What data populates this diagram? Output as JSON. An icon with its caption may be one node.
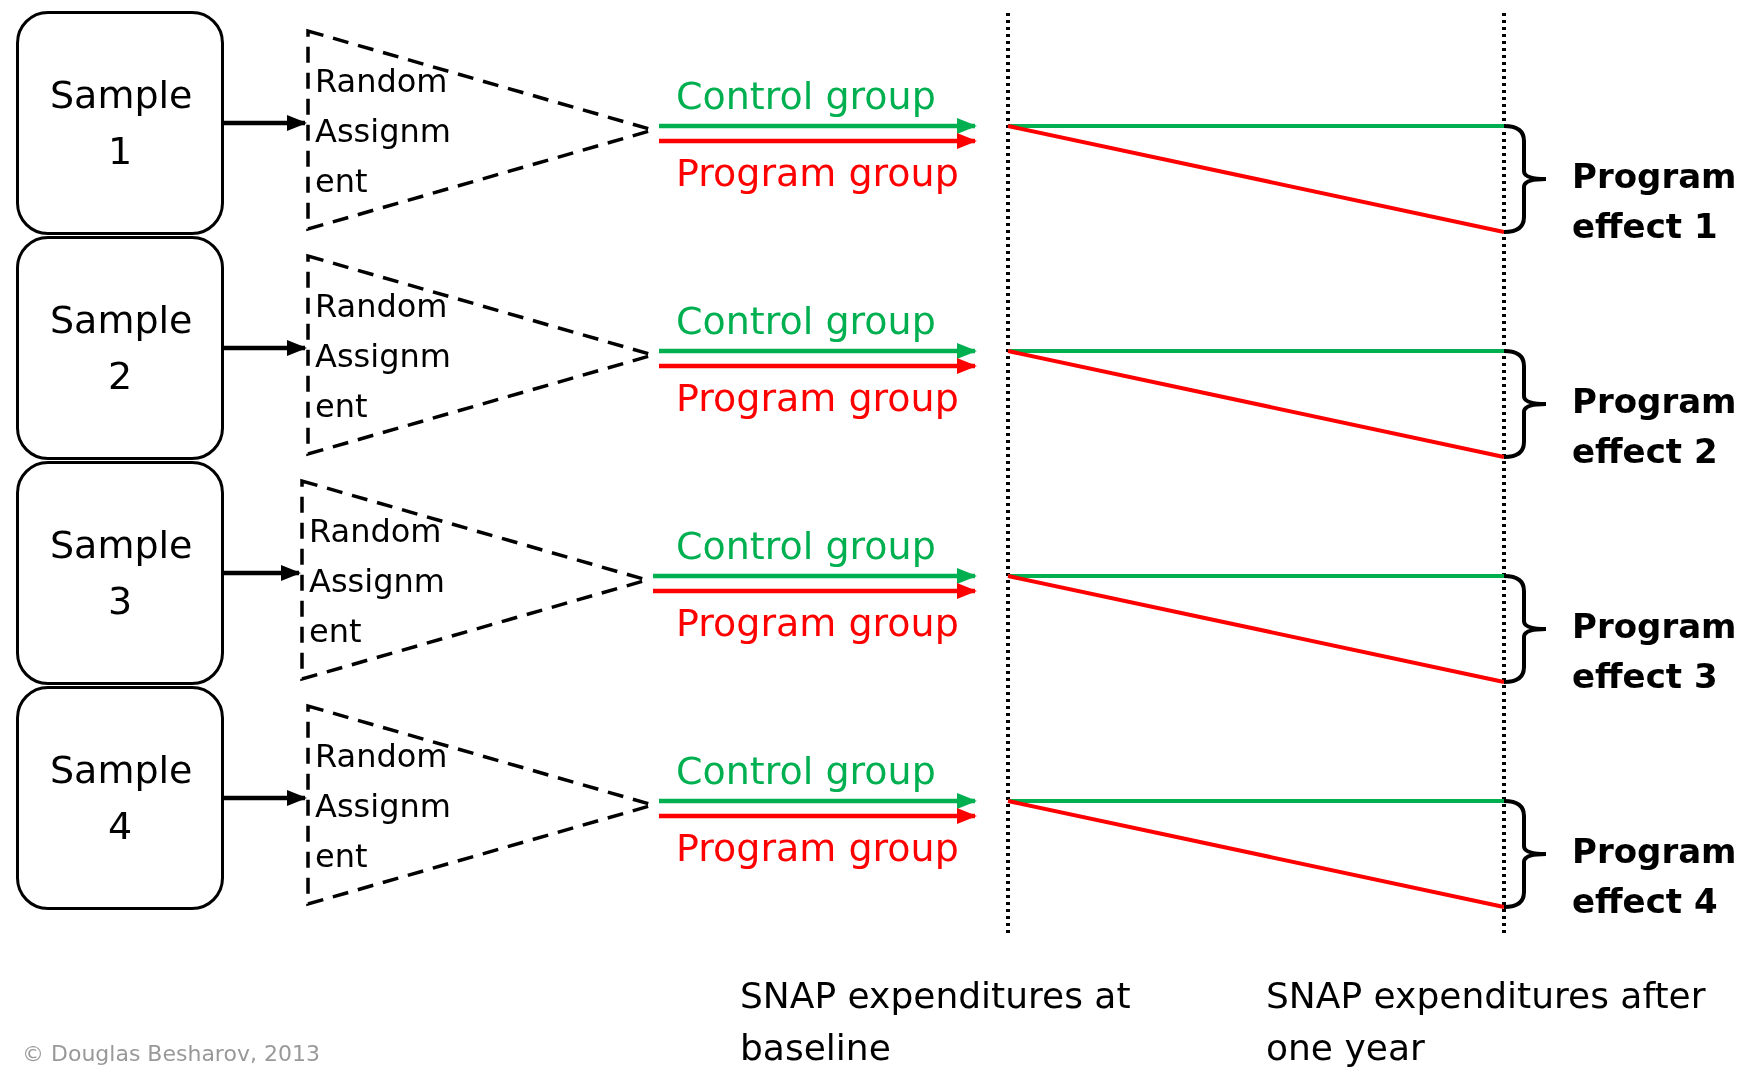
{
  "diagram": {
    "nodes": [
      {
        "text": [
          "Sample 1"
        ]
      },
      {
        "text": [
          "Random Assignment"
        ]
      },
      {
        "text": [
          "Sample 2"
        ]
      },
      {
        "text": [
          "Random Assignment"
        ]
      },
      {
        "text": [
          "Sample 3"
        ]
      },
      {
        "text": [
          "Random Assignment"
        ]
      },
      {
        "text": [
          "Sample 4"
        ]
      },
      {
        "text": [
          "Random Assignment"
        ]
      }
    ],
    "edges": [
      {
        "from": 0,
        "to": 1,
        "arrow": "to"
      },
      {
        "from": 1,
        "to": null,
        "arrow": "to",
        "label": "Control group",
        "color": "#00b050"
      },
      {
        "from": 1,
        "to": null,
        "arrow": "to",
        "label": "Program group",
        "color": "#ff0000"
      },
      {
        "from": 2,
        "to": 3,
        "arrow": "to"
      },
      {
        "from": 3,
        "to": null,
        "arrow": "to",
        "label": "Control group",
        "color": "#00b050"
      },
      {
        "from": 3,
        "to": null,
        "arrow": "to",
        "label": "Program group",
        "color": "#ff0000"
      },
      {
        "from": 4,
        "to": 5,
        "arrow": "to"
      },
      {
        "from": 5,
        "to": null,
        "arrow": "to",
        "label": "Control group",
        "color": "#00b050"
      },
      {
        "from": 5,
        "to": null,
        "arrow": "to",
        "label": "Program group",
        "color": "#ff0000"
      },
      {
        "from": 6,
        "to": 7,
        "arrow": "to"
      },
      {
        "from": 7,
        "to": null,
        "arrow": "to",
        "label": "Control group",
        "color": "#00b050"
      },
      {
        "from": 7,
        "to": null,
        "arrow": "to",
        "label": "Program group",
        "color": "#ff0000"
      }
    ],
    "labels": [
      "Program effect 1",
      "Program effect 2",
      "Program effect 3",
      "Program effect 4",
      "SNAP expenditures at baseline",
      "SNAP expenditures after one year",
      "© Douglas Besharov, 2013"
    ]
  }
}
